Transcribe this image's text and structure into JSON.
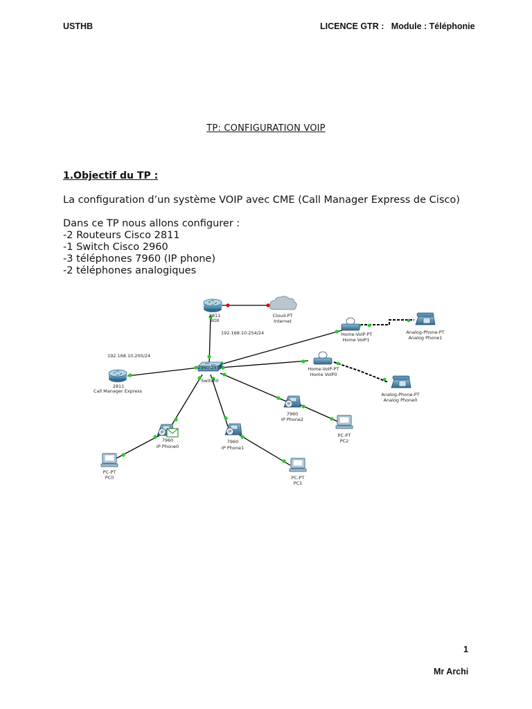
{
  "header": {
    "left": "USTHB",
    "right": "LICENCE GTR :   Module : Téléphonie"
  },
  "title": "TP:  CONFIGURATION VOIP",
  "section": {
    "heading": "1.Objectif du TP :",
    "intro": "La configuration d’un système VOIP avec CME (Call Manager Express de Cisco)",
    "list_intro": "Dans ce TP nous allons configurer :",
    "items": [
      "-2 Routeurs Cisco 2811",
      "-1 Switch Cisco 2960",
      "-3 téléphones 7960 (IP phone)",
      "-2 téléphones analogiques"
    ]
  },
  "diagram": {
    "router_box": {
      "model": "2811",
      "name": "BOX"
    },
    "cloud": {
      "model": "Cloud-PT",
      "name": "Internet"
    },
    "box_ip": "192.168.10.254/24",
    "cme_ip": "192.168.10.200/24",
    "cme": {
      "model": "2811",
      "name": "Call Manager Express"
    },
    "switch": {
      "model": "2960-24TT",
      "name": "Switch0"
    },
    "home_voip1": {
      "model": "Home-VoIP-PT",
      "name": "Home VoIP1"
    },
    "home_voip0": {
      "model": "Home-VoIP-PT",
      "name": "Home VoIP0"
    },
    "analog1": {
      "model": "Analog-Phone-PT",
      "name": "Analog Phone1"
    },
    "analog0": {
      "model": "Analog-Phone-PT",
      "name": "Analog Phone0"
    },
    "ipphone0": {
      "model": "7960",
      "name": "IP Phone0"
    },
    "ipphone1": {
      "model": "7960",
      "name": "IP Phone1"
    },
    "ipphone2": {
      "model": "7960",
      "name": "IP Phone2"
    },
    "pc0": {
      "model": "PC-PT",
      "name": "PC0"
    },
    "pc1": {
      "model": "PC-PT",
      "name": "PC1"
    },
    "pc2": {
      "model": "PC-PT",
      "name": "PC2"
    },
    "ip_badge": "IP",
    "colors": {
      "link": "#000000",
      "port_up": "#22cc22",
      "port_down": "#cc1111",
      "device": "#4a90b8"
    }
  },
  "footer": {
    "page": "1",
    "author": "Mr Archi"
  }
}
